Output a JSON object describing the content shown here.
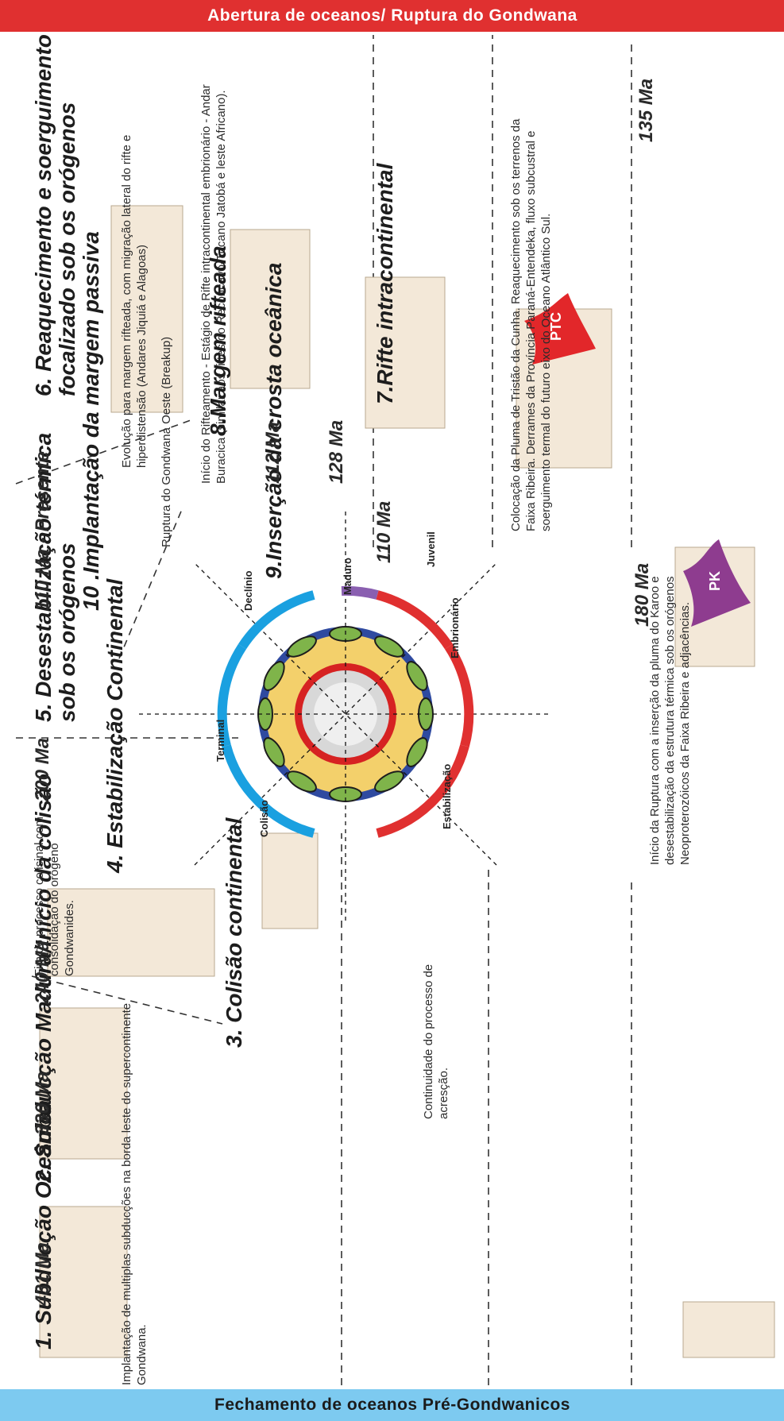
{
  "banners": {
    "left": "Fechamento de oceanos Pré-Gondwanicos",
    "right": "Abertura de oceanos/ Ruptura do Gondwana"
  },
  "stages": [
    {
      "title": "1. Subducção Oceânica",
      "age": "431 Ma",
      "description": "Implantação de multiplas subducções na borda leste do supercontinente Gondwana."
    },
    {
      "title": "2. Subducção Madura/Início da colisão",
      "age": "330 Ma",
      "description": "Continuidade do processo de acresção."
    },
    {
      "title": "3. Colisão continental",
      "age": "240 Ma",
      "description": "Fim do processo colisinal com consolidação do orógeno Gondwanides."
    },
    {
      "title": "4. Estabilização Continental",
      "age": "200 Ma",
      "description": "Início da Ruptura com a inserção da pluma do Karoo e desestabilização da estrutura térmica sob os orógenos Neoproterozóicos da Faixa Ribeira e adjacências."
    },
    {
      "title": "5. Desestabilização térmica sob os orógenos",
      "age": "180 Ma",
      "description": ""
    },
    {
      "title": "6. Reaquecimento e soerguimento focalizado sob os orógenos",
      "age": "135 Ma",
      "description": "Colocação da Pluma de Tristão da Cunha. Reaquecimento sob os terrenos da Faixa Ribeira. Derrames da Província Paraná-Entendeka, fluxo subcustral e soerguimento termal do futuro eixo do Oceano Atlântico Sul."
    },
    {
      "title": "7.Rifte intracontinental",
      "age": "128 Ma",
      "description": "Início do Rifteamento - Estágio de Rifte intracontinental embrionário - Andar Buracica (similar aos riftes do Reconcavo-Tucano Jatobá e leste Africano)."
    },
    {
      "title": "8.Margem rifteada",
      "age": "112 Ma",
      "description": "Evolução para margem rifteada, com migração lateral do rifte e hiperdistensão (Andares Jiquiá e Alagoas)"
    },
    {
      "title": "9.Inserção da crosta oceânica",
      "age": "110 Ma",
      "description": "Ruptura do Gondwana Oeste (Breakup)"
    },
    {
      "title": "10 .Implantação da margem passiva",
      "age": "110 Ma - Presente",
      "description": ""
    }
  ],
  "plumes": {
    "pk": "PK",
    "ptc": "PTC"
  },
  "cycle": {
    "phases": [
      "Embrionário",
      "Juvenil",
      "Maduro",
      "Declínio",
      "Terminal",
      "Colisão",
      "Estabilização"
    ]
  },
  "colors": {
    "opening": "#e03030",
    "closing": "#1aa0e0",
    "continent": "#f4b6b0",
    "slab": "#2f8a6e",
    "plume_pk": "#8e3c8f",
    "plume_ptc": "#e2272a"
  }
}
